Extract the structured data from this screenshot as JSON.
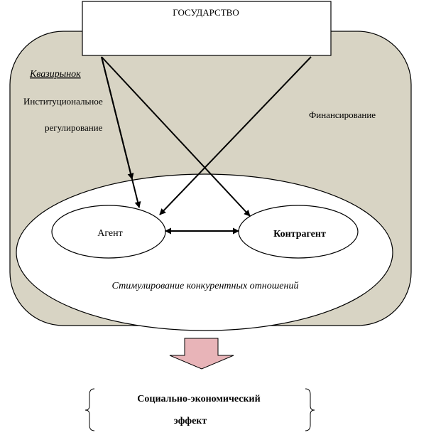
{
  "state": {
    "label": "ГОСУДАРСТВО"
  },
  "quasi_market": {
    "label": "Квазирынок",
    "institutional_line1": "Институциональное",
    "institutional_line2": "регулирование",
    "financing": "Финансирование"
  },
  "competition": {
    "agent": "Агент",
    "counteragent": "Контрагент",
    "caption": "Стимулирование конкурентных отношений"
  },
  "effect": {
    "line1": "Социально-экономический",
    "line2": "эффект"
  },
  "colors": {
    "quasi_market_fill": "#d8d4c4",
    "stroke": "#000000",
    "result_arrow_fill": "#e8b4b8",
    "background": "#ffffff"
  }
}
